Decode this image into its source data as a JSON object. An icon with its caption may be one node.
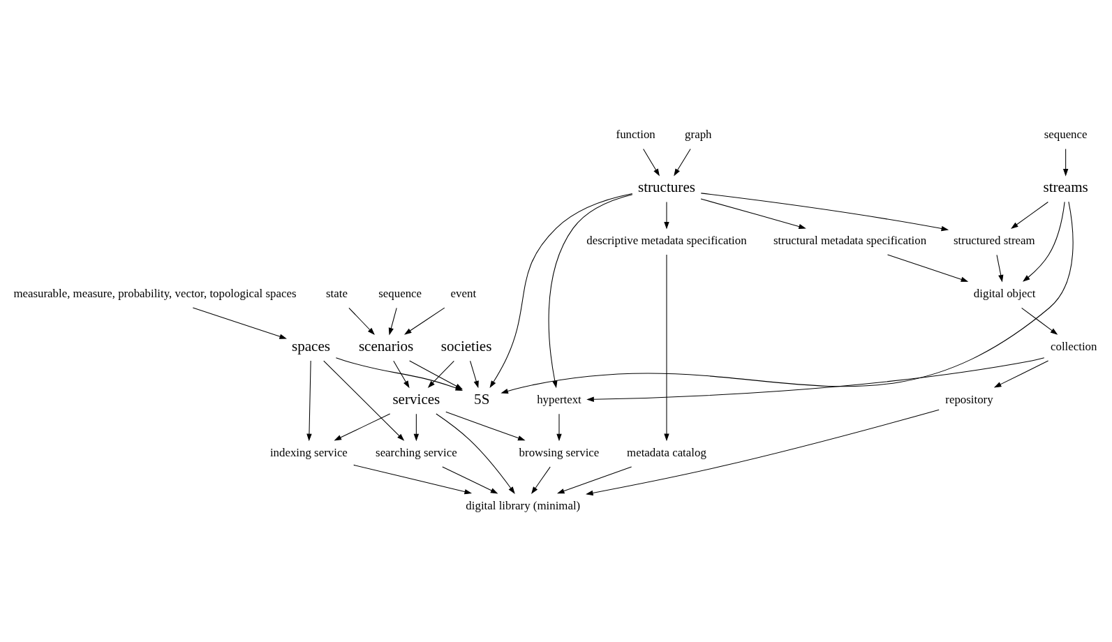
{
  "diagram": {
    "nodes": [
      {
        "text": [
          "measurable, measure, probability, vector, topological spaces"
        ]
      },
      {
        "text": [
          "sequence"
        ]
      },
      {
        "text": [
          "graph"
        ]
      },
      {
        "text": [
          "function"
        ]
      },
      {
        "text": [
          "5S"
        ]
      },
      {
        "text": [
          "state"
        ]
      },
      {
        "text": [
          "sequence"
        ]
      },
      {
        "text": [
          "event"
        ]
      },
      {
        "text": [
          "streams"
        ]
      },
      {
        "text": [
          "structures"
        ]
      },
      {
        "text": [
          "spaces"
        ]
      },
      {
        "text": [
          "scenarios"
        ]
      },
      {
        "text": [
          "societies"
        ]
      },
      {
        "text": [
          "services"
        ]
      },
      {
        "text": [
          "structured stream"
        ]
      },
      {
        "text": [
          "digital object"
        ]
      },
      {
        "text": [
          "structural metadata specification"
        ]
      },
      {
        "text": [
          "descriptive metadata specification"
        ]
      },
      {
        "text": [
          "hypertext"
        ]
      },
      {
        "text": [
          "browsing service"
        ]
      },
      {
        "text": [
          "indexing service"
        ]
      },
      {
        "text": [
          "searching service"
        ]
      },
      {
        "text": [
          "collection"
        ]
      },
      {
        "text": [
          "metadata catalog"
        ]
      },
      {
        "text": [
          "repository"
        ]
      },
      {
        "text": [
          "digital library (minimal)"
        ]
      }
    ],
    "edges": [
      {
        "from": 1,
        "to": 8,
        "arrow": "to"
      },
      {
        "from": 2,
        "to": 9,
        "arrow": "to"
      },
      {
        "from": 3,
        "to": 9,
        "arrow": "to"
      },
      {
        "from": 8,
        "to": 4,
        "arrow": "to"
      },
      {
        "from": 9,
        "to": 4,
        "arrow": "to"
      },
      {
        "from": 10,
        "to": 4,
        "arrow": "to"
      },
      {
        "from": 11,
        "to": 4,
        "arrow": "to"
      },
      {
        "from": 12,
        "to": 4,
        "arrow": "to"
      },
      {
        "from": 0,
        "to": 10,
        "arrow": "to"
      },
      {
        "from": 5,
        "to": 11,
        "arrow": "to"
      },
      {
        "from": 6,
        "to": 11,
        "arrow": "to"
      },
      {
        "from": 7,
        "to": 11,
        "arrow": "to"
      },
      {
        "from": 11,
        "to": 13,
        "arrow": "to"
      },
      {
        "from": 12,
        "to": 13,
        "arrow": "to"
      },
      {
        "from": 8,
        "to": 14,
        "arrow": "to"
      },
      {
        "from": 8,
        "to": 15,
        "arrow": "to"
      },
      {
        "from": 9,
        "to": 14,
        "arrow": "to"
      },
      {
        "from": 9,
        "to": 16,
        "arrow": "to"
      },
      {
        "from": 9,
        "to": 17,
        "arrow": "to"
      },
      {
        "from": 9,
        "to": 18,
        "arrow": "to"
      },
      {
        "from": 14,
        "to": 15,
        "arrow": "to"
      },
      {
        "from": 16,
        "to": 15,
        "arrow": "to"
      },
      {
        "from": 15,
        "to": 22,
        "arrow": "to"
      },
      {
        "from": 22,
        "to": 18,
        "arrow": "to"
      },
      {
        "from": 22,
        "to": 24,
        "arrow": "to"
      },
      {
        "from": 17,
        "to": 23,
        "arrow": "to"
      },
      {
        "from": 18,
        "to": 19,
        "arrow": "to"
      },
      {
        "from": 10,
        "to": 20,
        "arrow": "to"
      },
      {
        "from": 10,
        "to": 21,
        "arrow": "to"
      },
      {
        "from": 13,
        "to": 19,
        "arrow": "to"
      },
      {
        "from": 13,
        "to": 20,
        "arrow": "to"
      },
      {
        "from": 13,
        "to": 21,
        "arrow": "to"
      },
      {
        "from": 13,
        "to": 25,
        "arrow": "to"
      },
      {
        "from": 19,
        "to": 25,
        "arrow": "to"
      },
      {
        "from": 20,
        "to": 25,
        "arrow": "to"
      },
      {
        "from": 21,
        "to": 25,
        "arrow": "to"
      },
      {
        "from": 23,
        "to": 25,
        "arrow": "to"
      },
      {
        "from": 24,
        "to": 25,
        "arrow": "to"
      }
    ]
  }
}
